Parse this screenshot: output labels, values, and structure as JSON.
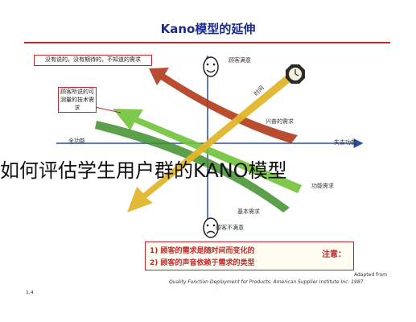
{
  "title": "Kano模型的延伸",
  "labels": {
    "satisfied": "顾客满意",
    "dissatisfied": "顾客不满意",
    "time": "时间",
    "exciting": "兴奋的需求",
    "performance": "功能需求",
    "basic": "基本需求",
    "fully_functional": "全功能",
    "dysfunctional": "失去功能"
  },
  "boxes": {
    "top": "没有说的，没有期待的，不知道的需求",
    "left": "顾客所说的可测量的技术需求"
  },
  "notes": {
    "label": "注意：",
    "line1": "1) 顾客的需求是随时间而变化的",
    "line2": "2) 顾客的声音依赖于需求的类型"
  },
  "footnote": {
    "adapted": "Adapted from",
    "source": "Quality Function Deployment for Products, American Supplier Institute Inc. 1987",
    "page": "1.4"
  },
  "overlay_caption": "如何评估学生用户群的KANO模型"
}
